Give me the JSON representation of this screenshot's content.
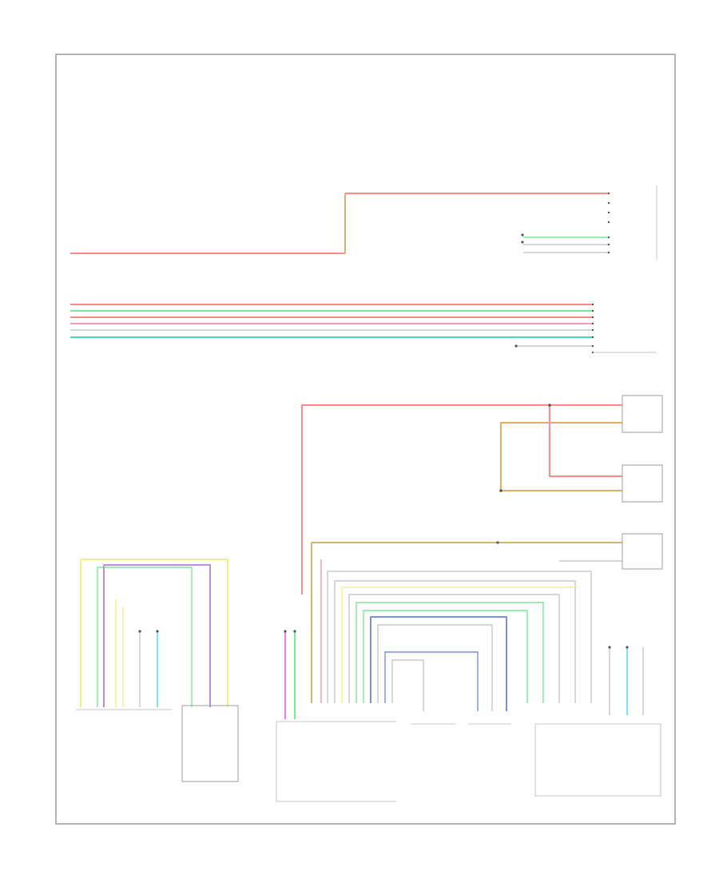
{
  "diagram": {
    "page_label": "",
    "colors": {
      "red": "#ff8a8a",
      "pink": "#f29ab8",
      "tan": "#d9b26a",
      "green": "#7ee89a",
      "teal": "#4fd7b8",
      "yellow": "#f0ef8a",
      "violet": "#b98fe0",
      "blue": "#7c8ee0",
      "cyan": "#7fe3f0",
      "gray": "#c8c8c8",
      "magenta": "#ef7af0"
    },
    "components": [
      {
        "id": "upper-connector",
        "label": ""
      },
      {
        "id": "left-connector",
        "label": ""
      },
      {
        "id": "left-headlamp",
        "label": ""
      },
      {
        "id": "right-headlamp",
        "label": ""
      },
      {
        "id": "horn",
        "label": ""
      },
      {
        "id": "transmission-control-module",
        "label": ""
      },
      {
        "id": "headlamp-switch",
        "label": ""
      },
      {
        "id": "body-control-module",
        "label": ""
      },
      {
        "id": "steering-column-module",
        "label": ""
      },
      {
        "id": "turn-signal-switch",
        "label": ""
      },
      {
        "id": "powertrain-control-module",
        "label": ""
      }
    ]
  }
}
